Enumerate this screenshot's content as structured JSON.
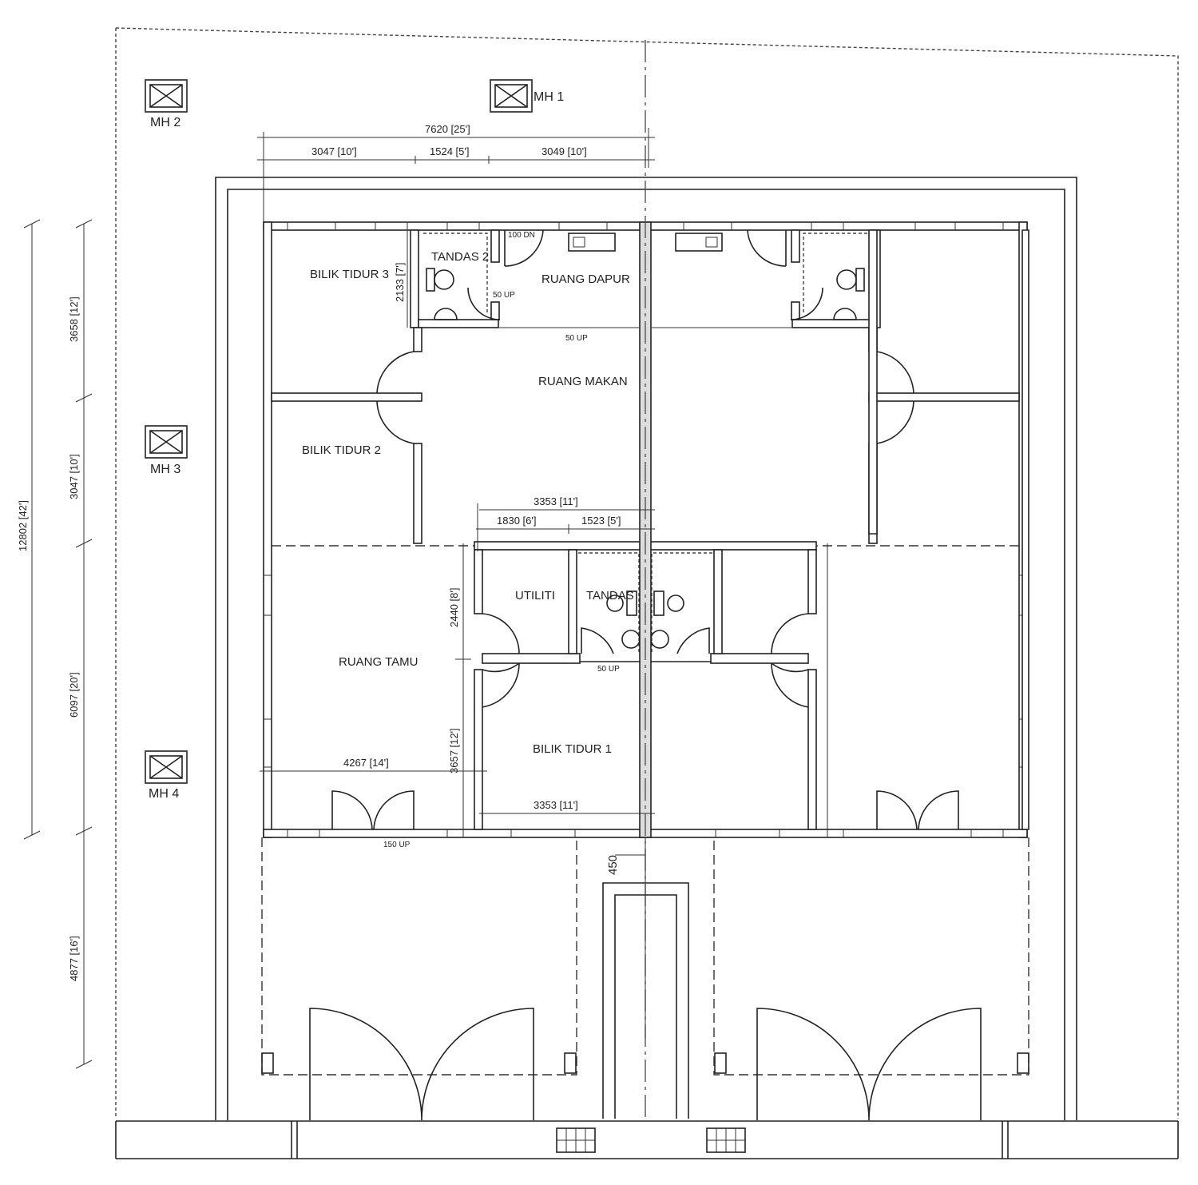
{
  "title": "Floor plan - semi-detached single storey house",
  "manholes": [
    {
      "label": "MH 1"
    },
    {
      "label": "MH 2"
    },
    {
      "label": "MH 3"
    },
    {
      "label": "MH 4"
    }
  ],
  "rooms": {
    "bilik_tidur_3": "BILIK TIDUR 3",
    "tandas_2": "TANDAS 2",
    "ruang_dapur": "RUANG DAPUR",
    "ruang_makan": "RUANG MAKAN",
    "bilik_tidur_2": "BILIK TIDUR 2",
    "utiliti": "UTILITI",
    "tandas": "TANDAS",
    "ruang_tamu": "RUANG TAMU",
    "bilik_tidur_1": "BILIK TIDUR 1"
  },
  "levels": {
    "kitchen_door": "100 DN",
    "tandas2": "50 UP",
    "dining": "50 UP",
    "tandas": "50 UP",
    "entrance": "150 UP"
  },
  "dimensions": {
    "top_total": "7620 [25']",
    "top_1": "3047 [10']",
    "top_2": "1524 [5']",
    "top_3": "3049 [10']",
    "tandas2_height": "2133 [7']",
    "mid_total": "3353 [11']",
    "mid_1": "1830 [6']",
    "mid_2": "1523 [5']",
    "utiliti_height": "2440 [8']",
    "bilik1_height": "3657 [12']",
    "bilik1_width": "3353 [11']",
    "tamu_width": "4267 [14']",
    "left_total": "12802 [42']",
    "left_1": "3658 [12']",
    "left_2": "3047 [10']",
    "left_3": "6097 [20']",
    "left_4": "4877 [16']",
    "setback": "450"
  }
}
